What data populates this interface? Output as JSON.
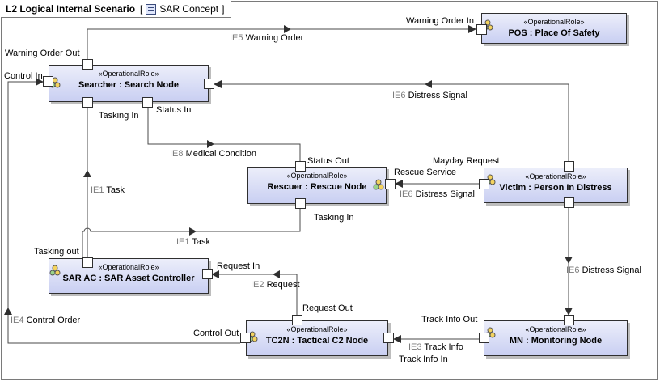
{
  "diagram": {
    "frame_label": "L2 Logical Internal Scenario",
    "context_label": "SAR Concept",
    "stereotype": "«OperationalRole»"
  },
  "nodes": {
    "pos": "POS : Place Of Safety",
    "searcher": "Searcher : Search Node",
    "rescuer": "Rescuer : Rescue Node",
    "victim": "Victim : Person In Distress",
    "sarac": "SAR AC : SAR Asset Controller",
    "tc2n": "TC2N : Tactical C2 Node",
    "mn": "MN : Monitoring Node"
  },
  "ports": {
    "warning_order_in": "Warning Order In",
    "warning_order_out": "Warning Order Out",
    "control_in": "Control In",
    "tasking_in_searcher": "Tasking In",
    "status_in": "Status In",
    "status_out": "Status Out",
    "rescue_service": "Rescue Service",
    "tasking_in_rescuer": "Tasking In",
    "mayday_request": "Mayday Request",
    "tasking_out": "Tasking out",
    "request_in": "Request In",
    "request_out": "Request Out",
    "control_out": "Control Out",
    "track_info_out": "Track Info Out",
    "track_info_in": "Track Info In"
  },
  "flows": {
    "ie5": {
      "id": "IE5",
      "name": "Warning Order"
    },
    "ie6_top": {
      "id": "IE6",
      "name": "Distress Signal"
    },
    "ie8": {
      "id": "IE8",
      "name": "Medical Condition"
    },
    "ie1_v": {
      "id": "IE1",
      "name": "Task"
    },
    "ie6_mid": {
      "id": "IE6",
      "name": "Distress Signal"
    },
    "ie1_h": {
      "id": "IE1",
      "name": "Task"
    },
    "ie6_right": {
      "id": "IE6",
      "name": "Distress Signal"
    },
    "ie2": {
      "id": "IE2",
      "name": "Request"
    },
    "ie4": {
      "id": "IE4",
      "name": "Control Order"
    },
    "ie3": {
      "id": "IE3",
      "name": "Track Info"
    }
  }
}
